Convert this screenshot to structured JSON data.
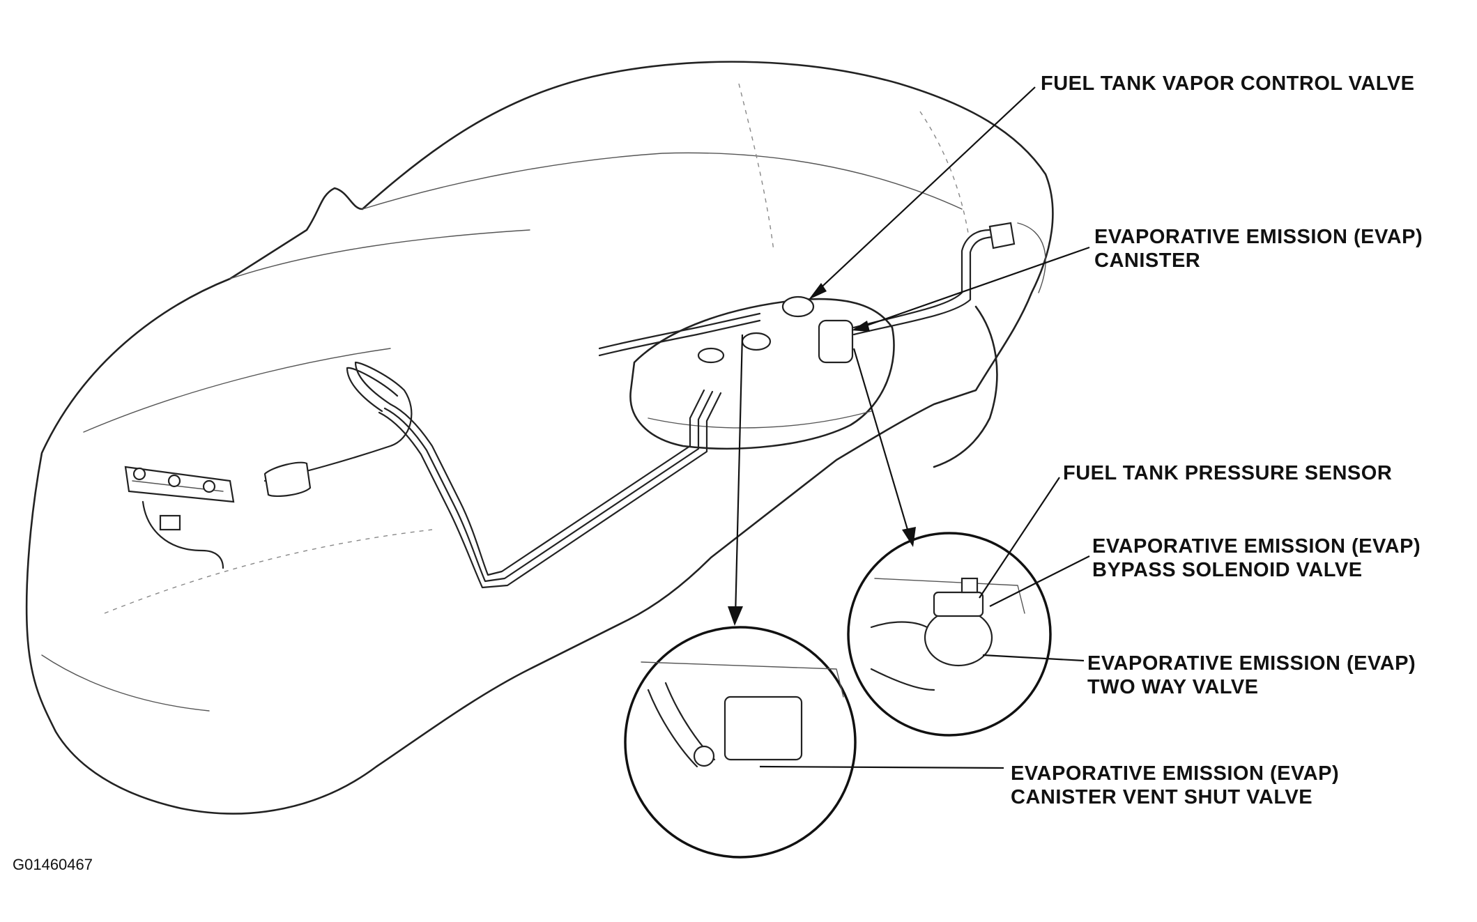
{
  "figure_id": "G01460467",
  "colors": {
    "ink": "#111111",
    "background": "#ffffff"
  },
  "labels": {
    "vapor_control_valve": [
      "FUEL TANK VAPOR CONTROL VALVE"
    ],
    "evap_canister": [
      "EVAPORATIVE EMISSION (EVAP)",
      "CANISTER"
    ],
    "pressure_sensor": [
      "FUEL TANK PRESSURE SENSOR"
    ],
    "bypass_solenoid": [
      "EVAPORATIVE EMISSION (EVAP)",
      "BYPASS SOLENOID VALVE"
    ],
    "two_way_valve": [
      "EVAPORATIVE EMISSION (EVAP)",
      "TWO WAY VALVE"
    ],
    "vent_shut_valve": [
      "EVAPORATIVE EMISSION (EVAP)",
      "CANISTER VENT SHUT VALVE"
    ]
  }
}
